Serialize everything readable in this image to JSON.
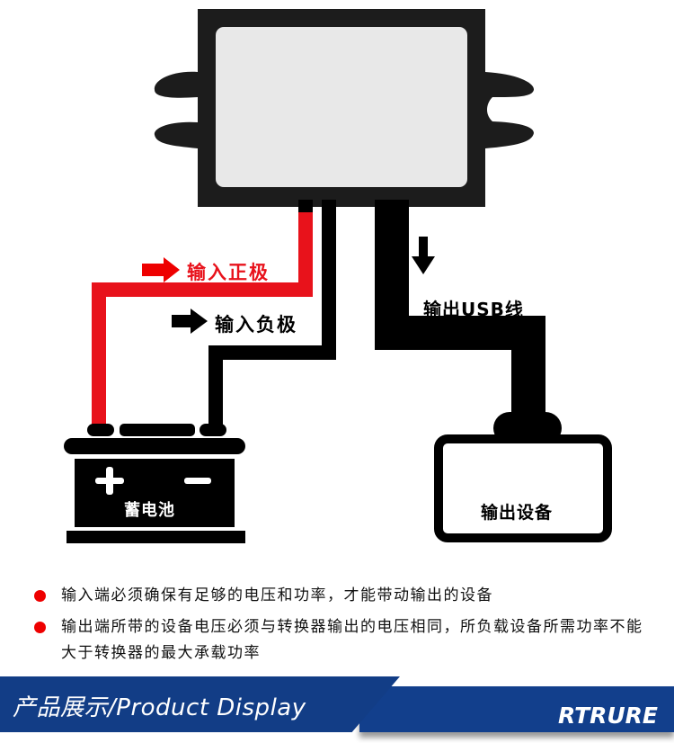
{
  "diagram": {
    "labels": {
      "input_positive": "输入正极",
      "input_negative": "输入负极",
      "output_usb": "输出USB线",
      "battery": "蓄电池",
      "battery_plus": "+",
      "battery_minus": "−",
      "output_device": "输出设备"
    },
    "colors": {
      "positive_wire": "#e8121b",
      "negative_wire": "#000000",
      "device_body": "#1c1c1c",
      "device_face": "#e8e8e8"
    }
  },
  "notes": [
    "输入端必须确保有足够的电压和功率，才能带动输出的设备",
    "输出端所带的设备电压必须与转换器输出的电压相同，所负载设备所需功率不能大于转换器的最大承载功率"
  ],
  "banner": {
    "title": "产品展示/Product Display",
    "brand": "RTRURE",
    "color": "#123d86"
  }
}
